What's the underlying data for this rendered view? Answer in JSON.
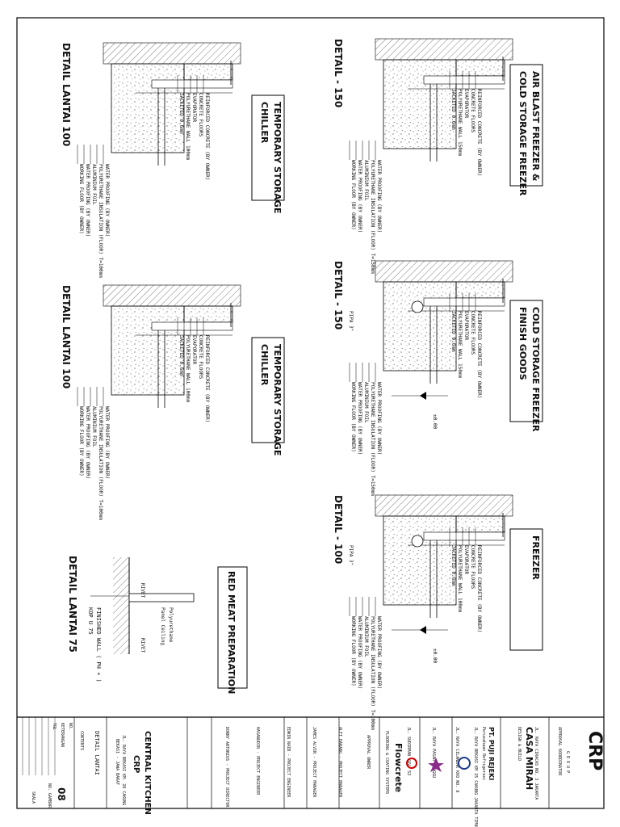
{
  "details": [
    {
      "id": "d150a",
      "heading": "DETAIL - 150",
      "title": [
        "AIR BLAST FREEZER &",
        "COLD STORAGE FREEZER"
      ],
      "layersA": [
        "JACKETED 0.6mm",
        "POLYURETHANE WALL 150mm",
        "EVAPORATOR",
        "CONCRETE FLOORS",
        "REINFORCED CONCRETE (BY OWNER)"
      ],
      "layersB": [
        "WORKING FLOOR (BY OWNER)",
        "WATER PROOFING (BY OWNER)",
        "ALUMINIUM FOIL",
        "POLYURETHANE INSULATION (FLOOR) T=150mm",
        "WATER PROOFING (BY OWNER)"
      ],
      "pipe": "",
      "level": ""
    },
    {
      "id": "d150b",
      "heading": "DETAIL - 150",
      "title": [
        "COLD STORAGE FREEZER",
        "FINISH GOODS"
      ],
      "layersA": [
        "JACKETED 0.6mm",
        "POLYURETHANE WALL 150mm",
        "EVAPORATOR",
        "CONCRETE FLOORS",
        "REINFORCED CONCRETE (BY OWNER)"
      ],
      "layersB": [
        "WORKING FLOOR (BY OWNER)",
        "WATER PROOFING (BY OWNER)",
        "ALUMINIUM FOIL",
        "POLYURETHANE INSULATION (FLOOR) T=150mm",
        "WATER PROOFING (BY OWNER)"
      ],
      "pipe": "PIPA 3\"",
      "level": "±0.00"
    },
    {
      "id": "d100",
      "heading": "DETAIL - 100",
      "title": [
        "FREEZER"
      ],
      "layersA": [
        "JACKETED 0.6mm",
        "POLYURETHANE WALL 100mm",
        "EVAPORATOR",
        "CONCRETE FLOORS",
        "REINFORCED CONCRETE (BY OWNER)"
      ],
      "layersB": [
        "WORKING FLOOR (BY OWNER)",
        "WATER PROOFING (BY OWNER)",
        "ALUMINIUM FOIL",
        "POLYURETHANE INSULATION (FLOOR) T=100mm",
        "WATER PROOFING (BY OWNER)"
      ],
      "pipe": "PIPA 3\"",
      "level": "±0.00"
    },
    {
      "id": "dl100a",
      "heading": "DETAIL LANTAI 100",
      "title": [
        "TEMPORARY STORAGE",
        "CHILLER"
      ],
      "layersA": [
        "JACKETED 0.6mm",
        "POLYURETHANE WALL 100mm",
        "EVAPORATOR",
        "CONCRETE FLOORS",
        "REINFORCED CONCRETE (BY OWNER)"
      ],
      "layersB": [
        "WORKING FLOOR (BY OWNER)",
        "WATER PROOFING (BY OWNER)",
        "ALUMINIUM FOIL",
        "POLYURETHANE INSULATION (FLOOR) T=100mm",
        "WATER PROOFING (BY OWNER)"
      ],
      "pipe": "",
      "level": ""
    },
    {
      "id": "dl100b",
      "heading": "DETAIL LANTAI 100",
      "title": [
        "TEMPORARY STORAGE",
        "CHILLER"
      ],
      "layersA": [
        "JACKETED 0.6mm",
        "POLYURETHANE WALL 100mm",
        "EVAPORATOR",
        "CONCRETE FLOORS",
        "REINFORCED CONCRETE (BY OWNER)"
      ],
      "layersB": [
        "WORKING FLOOR (BY OWNER)",
        "WATER PROOFING (BY OWNER)",
        "ALUMINIUM FOIL",
        "POLYURETHANE INSULATION (FLOOR) T=100mm",
        "WATER PROOFING (BY OWNER)"
      ],
      "pipe": "",
      "level": ""
    }
  ],
  "red_meat": {
    "heading": "DETAIL LANTAI 75",
    "title": "RED MEAT PREPARATION",
    "panel1": "Panel Ceiling",
    "panel2": "Polyurethane",
    "rivet1": "RIVET",
    "rivet2": "RIVET",
    "floor": "FINISHED WALL ( PH + )",
    "kop": "KOP U 75"
  },
  "titleblock": {
    "company": "CRP",
    "group": "G R O U P",
    "approval": "APPROVAL KOORDINATOR",
    "brand1_name": "CASA MIRAH",
    "brand1_sub": "DESIGN & BUILD",
    "brand1_line": "JL. RAYA CIRACAS NO. 3 JAKARTA",
    "brand2_name": "PT. PUJI REJEKI",
    "brand2_sub": "Perusahaan Refrigerasi",
    "brand2_line": "JL. RAYA BEKASI KM 25 CAKUNG JAKARTA TIMUR",
    "brand3_line": "JL. RAYA CILANDAK KKO NO. 8",
    "brand4_line": "JL. RAYA PASAR MINGGU",
    "brand5_line": "JL. SUDIRMAN KAV. 52",
    "brand6_name": "Flowcrete",
    "brand6_sub": "FLOORING & COATING SYSTEMS",
    "approval_head": "APPROVAL OWNER",
    "sign1": "ALFI DANANG - PROJECT MANAGER",
    "sign2": "JAMES ALVIN - PROJECT MANAGER",
    "sign3": "EDWIN NAIB - PROJECT ENGINEER",
    "sign4": "HASANUDIN - PROJECT ENGINEER",
    "sign5": "DONNY ANTONIUS - PROJECT DIRECTOR",
    "project": "CENTRAL KITCHEN",
    "project2": "CRP",
    "address": "JL. RAYA BEKASI KM. 28 CAKUNG",
    "address2": "BEKASI - JAWA BARAT",
    "drawing": "DETAIL LANTAI",
    "number": "08",
    "scale": "SKALA",
    "drawing_no": "NO. GAMBAR",
    "rev_labels": [
      "NO.",
      "KETERANGAN",
      "TGL"
    ],
    "sheet": "CONTENTS"
  }
}
